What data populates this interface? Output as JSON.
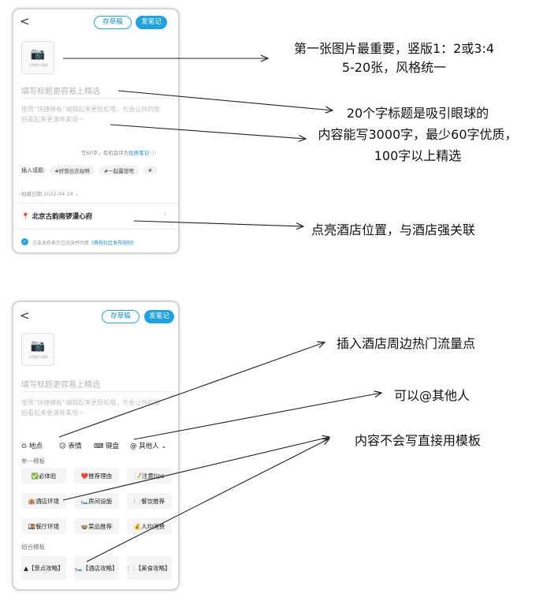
{
  "phone1": {
    "back": "<",
    "draft_label": "存草稿",
    "publish_label": "发笔记",
    "upload_hint": "上传图片/视频",
    "title_placeholder": "填写标题更容易上精选",
    "body_placeholder": "使用“快捷模板”编辑起来更轻松哦，也会让你的旅拍看起来更清晰美观～",
    "word_hint": "写60字，有机会评为",
    "word_hint_link": "优质笔记",
    "topics_label": "插入话题:",
    "topics": [
      "#好想出去玩啊",
      "#一起露营吧",
      "#"
    ],
    "date": "拍摄日期 2022-04-18",
    "location": "北京古韵南锣漫心府",
    "agree_text": "点击发布表示已阅读并同意",
    "agree_link": "《携程社区发布规则》"
  },
  "phone2": {
    "back": "<",
    "draft_label": "存草稿",
    "publish_label": "发笔记",
    "upload_hint": "上传图片/视频",
    "title_placeholder": "填写标题更容易上精选",
    "body_placeholder": "使用“快捷模板”编辑起来更轻松哦，也会让你的旅拍看起来更清晰美观～",
    "toolbar": [
      "地点",
      "表情",
      "键盘",
      "其他人"
    ],
    "single_template_label": "单一模板",
    "single_templates": [
      "✅必体验",
      "❤️推荐理由",
      "📝注意tips",
      "🏨酒店环境",
      "🛏️房间设施",
      "🍽️餐饮推荐",
      "🍱餐厅环境",
      "🍲菜品推荐",
      "💰人均消费"
    ],
    "combo_template_label": "组合模板",
    "combo_templates": [
      "▲【景点攻略】",
      "🛏️【酒店攻略】",
      "🍽️【美食攻略】"
    ]
  },
  "notes": {
    "n1_line1": "第一张图片最重要，竖版1：2或3:4",
    "n1_line2": "5-20张，风格统一",
    "n2_line1": "20个字标题是吸引眼球的",
    "n2_line2": "内容能写3000字，最少60字优质，",
    "n2_line3": "100字以上精选",
    "n3": "点亮酒店位置，与酒店强关联",
    "n4": "插入酒店周边热门流量点",
    "n5": "可以@其他人",
    "n6": "内容不会写直接用模板"
  }
}
